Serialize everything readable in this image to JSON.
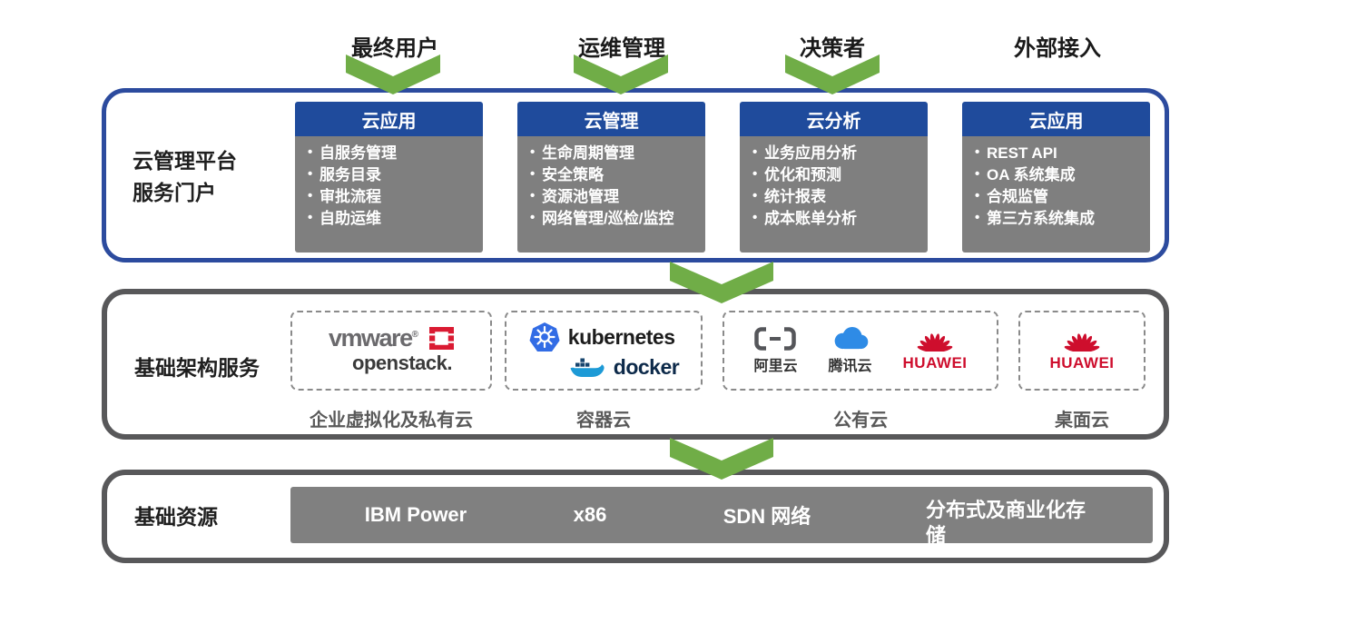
{
  "actors": [
    {
      "label": "最终用户"
    },
    {
      "label": "运维管理"
    },
    {
      "label": "决策者"
    },
    {
      "label": "外部接入"
    }
  ],
  "portal": {
    "title": "云管理平台\n服务门户",
    "cards": [
      {
        "header": "云应用",
        "items": [
          "自服务管理",
          "服务目录",
          "审批流程",
          "自助运维"
        ]
      },
      {
        "header": "云管理",
        "items": [
          "生命周期管理",
          "安全策略",
          "资源池管理",
          "网络管理/巡检/监控"
        ]
      },
      {
        "header": "云分析",
        "items": [
          "业务应用分析",
          "优化和预测",
          "统计报表",
          "成本账单分析"
        ]
      },
      {
        "header": "云应用",
        "items": [
          "REST API",
          "OA 系统集成",
          "合规监管",
          "第三方系统集成"
        ]
      }
    ]
  },
  "infrastructure": {
    "title": "基础架构服务",
    "groups": [
      {
        "label": "企业虚拟化及私有云"
      },
      {
        "label": "容器云"
      },
      {
        "label": "公有云"
      },
      {
        "label": "桌面云"
      }
    ],
    "logos": {
      "vmware": "vmware",
      "vmware_reg": "®",
      "openstack": "openstack.",
      "kubernetes": "kubernetes",
      "docker": "docker",
      "aliyun": "阿里云",
      "tencent": "腾讯云",
      "huawei": "HUAWEI"
    }
  },
  "resources": {
    "title": "基础资源",
    "items": [
      "IBM Power",
      "x86",
      "SDN 网络",
      "分布式及商业化存储"
    ]
  },
  "colors": {
    "header_blue": "#1F4B9C",
    "card_gray": "#7F7F7F",
    "arrow_green": "#70AD47",
    "portal_border": "#2C4B9E",
    "section_border": "#58585A",
    "resource_bar": "#808080",
    "huawei_red": "#CE0E2D",
    "openstack_red": "#DA1A32",
    "kubernetes_blue": "#326CE5",
    "docker_blue": "#1D9AD6",
    "tencent_blue": "#2E8BE6"
  }
}
